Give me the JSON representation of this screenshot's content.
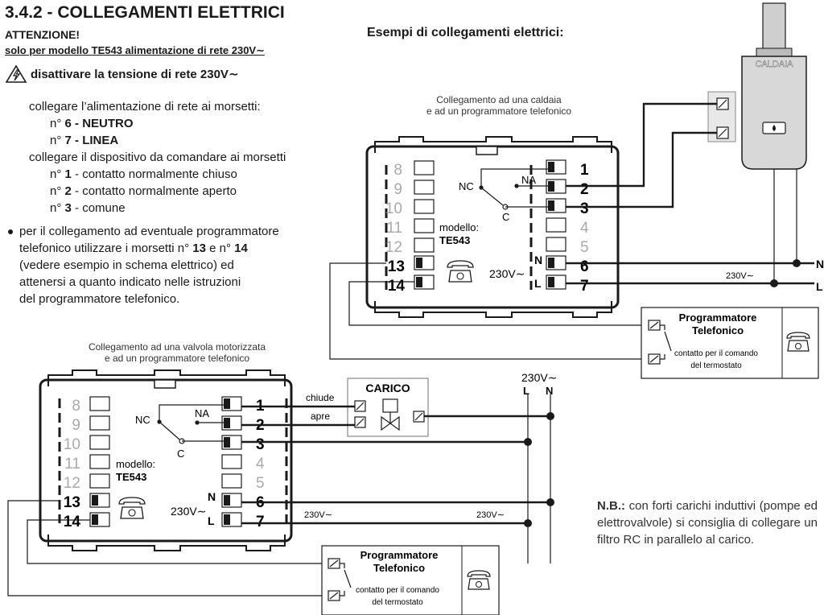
{
  "header": {
    "title": "3.4.2 - COLLEGAMENTI ELETTRICI",
    "attention": "ATTENZIONE!",
    "only_model": "solo per modello TE543 alimentazione di rete 230V∼",
    "warning": "disattivare la tensione di rete 230V∼"
  },
  "instructions": {
    "power_intro": "collegare l’alimentazione di rete ai morsetti:",
    "n_prefix": "n°",
    "neutro": "6 - NEUTRO",
    "linea": "7 - LINEA",
    "device_intro": "collegare il dispositivo da comandare ai morsetti",
    "t1_num": "1",
    "t1_text": " - contatto normalmente chiuso",
    "t2_num": "2",
    "t2_text": " - contatto normalmente aperto",
    "t3_num": "3",
    "t3_text": " - comune",
    "bullet_l1": "per il collegamento ad eventuale programmatore",
    "bullet_l2a": "telefonico utilizzare i morsetti n°",
    "bullet_13": "13",
    "bullet_e": "e n°",
    "bullet_14": "14",
    "bullet_l3": "(vedere esempio in schema elettrico) ed",
    "bullet_l4": "attenersi a quanto indicato nelle istruzioni",
    "bullet_l5": "del programmatore telefonico."
  },
  "examples_title": "Esempi di collegamenti elettrici:",
  "diagram1": {
    "caption1": "Collegamento ad una caldaia",
    "caption2": "e ad un programmatore telefonico",
    "boiler": "CALDAIA"
  },
  "diagram2": {
    "caption1": "Collegamento ad una valvola motorizzata",
    "caption2": "e ad un programmatore telefonico",
    "load": "CARICO",
    "chiude": "chiude",
    "apre": "apre"
  },
  "device": {
    "left_numbers": [
      "8",
      "9",
      "10",
      "11",
      "12"
    ],
    "right_numbers": [
      "1",
      "2",
      "3",
      "4",
      "5",
      "6",
      "7"
    ],
    "t13": "13",
    "t14": "14",
    "model_label": "modello:",
    "model": "TE543",
    "nc": "NC",
    "na": "NA",
    "c": "C",
    "v230": "230V∼",
    "n": "N",
    "l": "L"
  },
  "phone_prog": {
    "title1": "Programmatore",
    "title2": "Telefonico",
    "contact1": "contatto per il comando",
    "contact2": "del termostato"
  },
  "supply": {
    "v230": "230V∼",
    "n": "N",
    "l": "L"
  },
  "note": {
    "label": "N.B.:",
    "text": " con forti carichi induttivi (pompe ed elettrovalvole) si consiglia di collegare un filtro RC in parallelo al carico."
  }
}
